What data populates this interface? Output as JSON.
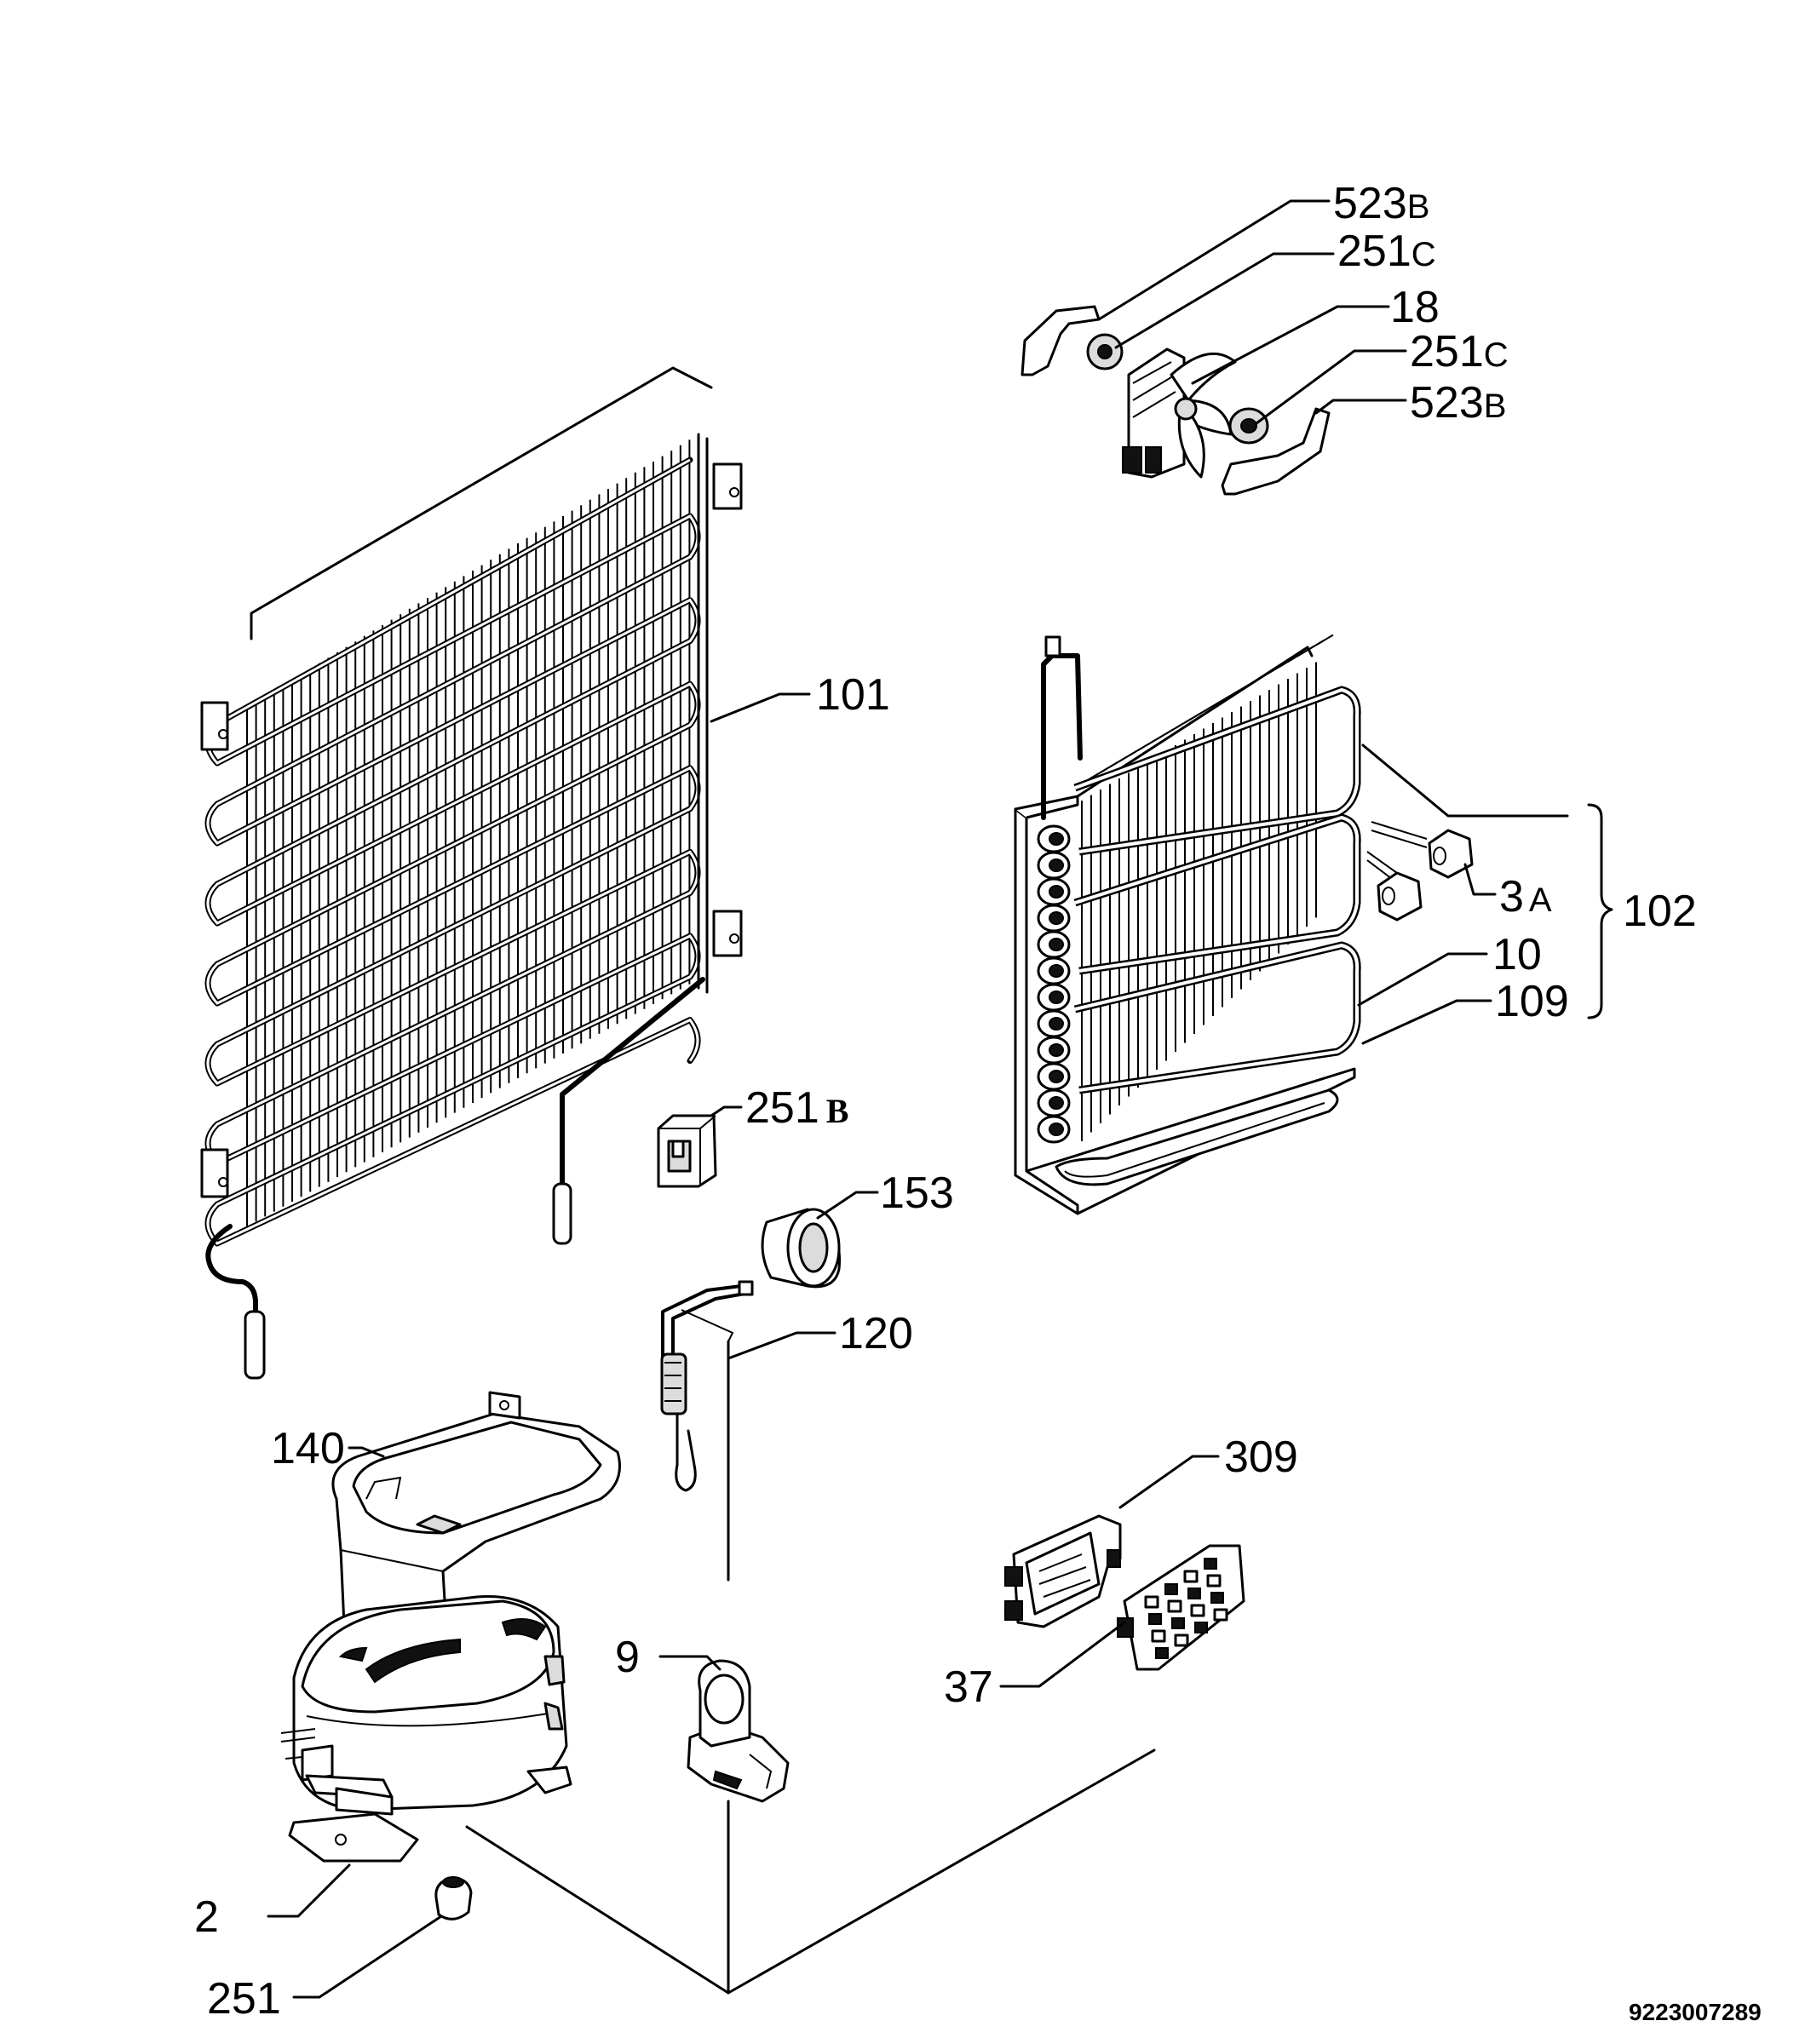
{
  "document_id": "9223007289",
  "parts": [
    {
      "id": "p523b_top",
      "number": "523",
      "suffix": "B"
    },
    {
      "id": "p251c_top",
      "number": "251",
      "suffix": "C"
    },
    {
      "id": "p18",
      "number": "18",
      "suffix": ""
    },
    {
      "id": "p251c_bot",
      "number": "251",
      "suffix": "C"
    },
    {
      "id": "p523b_bot",
      "number": "523",
      "suffix": "B"
    },
    {
      "id": "p101",
      "number": "101",
      "suffix": ""
    },
    {
      "id": "p102",
      "number": "102",
      "suffix": ""
    },
    {
      "id": "p3a",
      "number": "3",
      "suffix": "A"
    },
    {
      "id": "p10",
      "number": "10",
      "suffix": ""
    },
    {
      "id": "p109",
      "number": "109",
      "suffix": ""
    },
    {
      "id": "p251b",
      "number": "251",
      "suffix": "B"
    },
    {
      "id": "p153",
      "number": "153",
      "suffix": ""
    },
    {
      "id": "p120",
      "number": "120",
      "suffix": ""
    },
    {
      "id": "p140",
      "number": "140",
      "suffix": ""
    },
    {
      "id": "p309",
      "number": "309",
      "suffix": ""
    },
    {
      "id": "p9",
      "number": "9",
      "suffix": ""
    },
    {
      "id": "p37",
      "number": "37",
      "suffix": ""
    },
    {
      "id": "p2",
      "number": "2",
      "suffix": ""
    },
    {
      "id": "p251",
      "number": "251",
      "suffix": ""
    }
  ]
}
